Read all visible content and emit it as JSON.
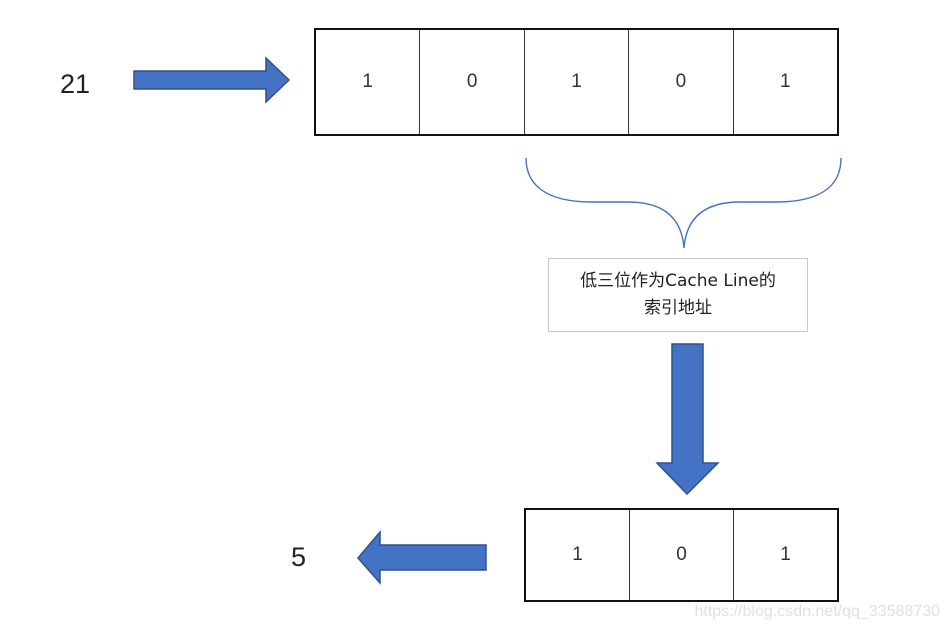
{
  "input": {
    "number": "21",
    "bits": [
      "1",
      "0",
      "1",
      "0",
      "1"
    ]
  },
  "note": {
    "line1": "低三位作为Cache Line的",
    "line2": "索引地址"
  },
  "output": {
    "number": "5",
    "bits": [
      "1",
      "0",
      "1"
    ]
  },
  "watermark": "https://blog.csdn.net/qq_33588730",
  "colors": {
    "arrow_fill": "#4472c4",
    "arrow_stroke": "#2f528f",
    "brace_stroke": "#4472c4"
  }
}
